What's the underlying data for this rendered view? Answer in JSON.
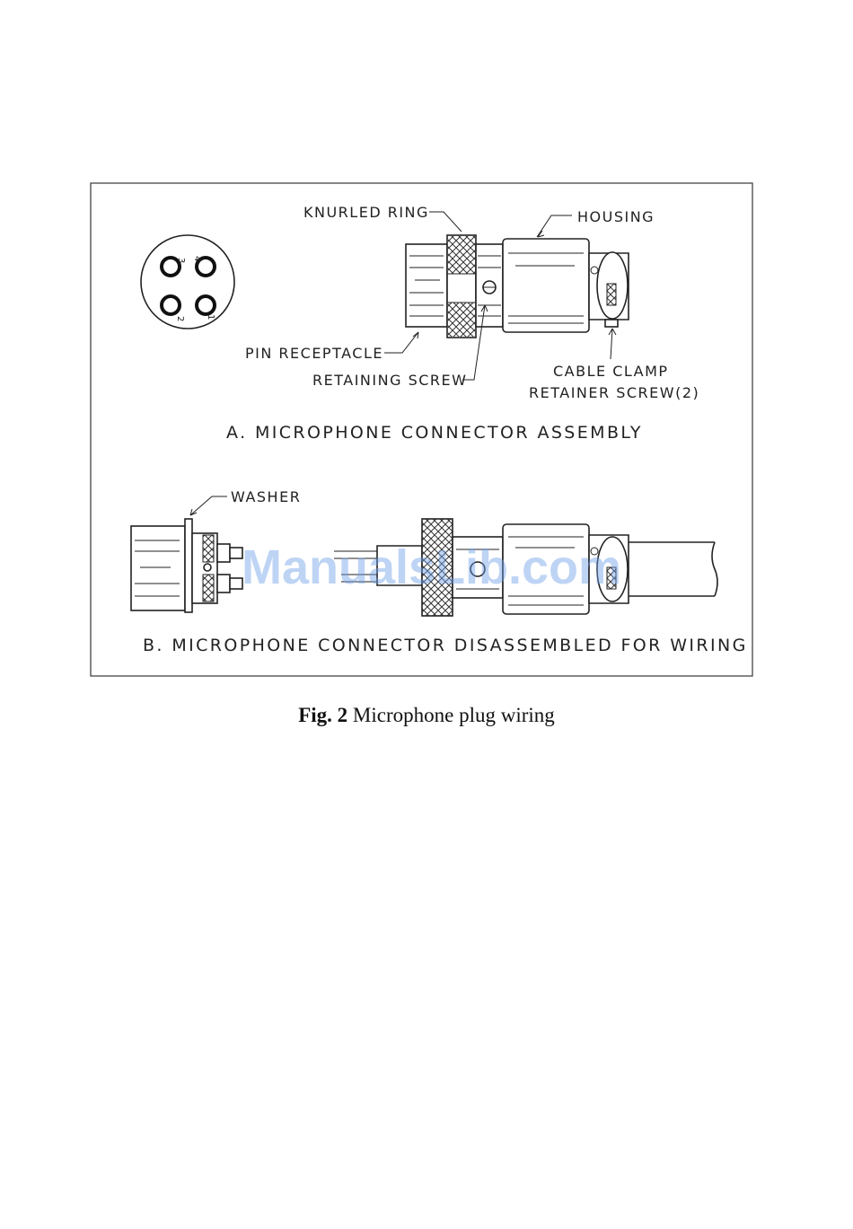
{
  "labels": {
    "knurled_ring": "KNURLED RING",
    "housing": "HOUSING",
    "pin_receptacle": "PIN RECEPTACLE",
    "retaining_screw": "RETAINING SCREW",
    "cable_clamp_line1": "CABLE CLAMP",
    "cable_clamp_line2": "RETAINER SCREW(2)",
    "washer": "WASHER"
  },
  "pin_numbers": [
    "3",
    "4",
    "2",
    "1"
  ],
  "section_titles": {
    "a": "A. MICROPHONE CONNECTOR ASSEMBLY",
    "b": "B. MICROPHONE CONNECTOR DISASSEMBLED FOR WIRING"
  },
  "caption": {
    "prefix": "Fig. 2",
    "text": " Microphone plug wiring"
  },
  "watermark": "ManualsLib.com"
}
